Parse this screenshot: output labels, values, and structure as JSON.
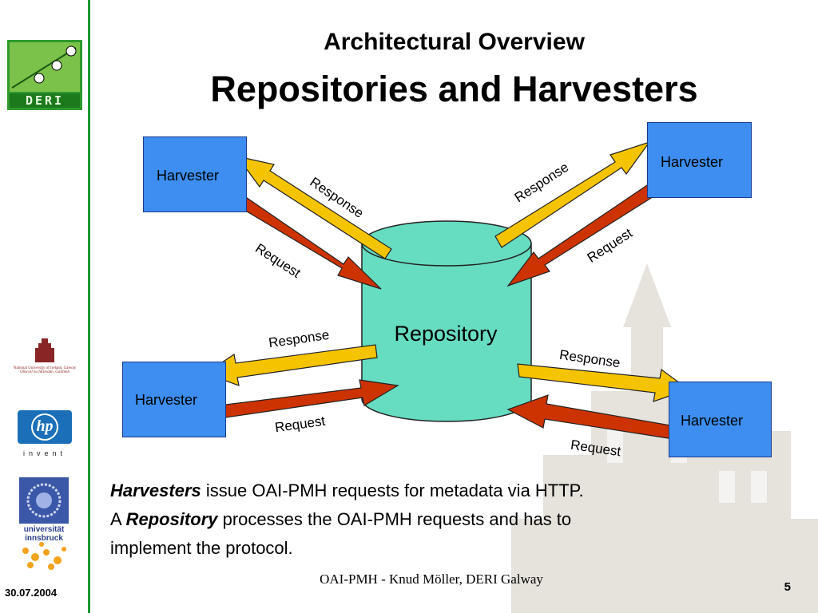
{
  "slide": {
    "title_line1": "Architectural Overview",
    "title_line2": "Repositories and Harvesters"
  },
  "diagram": {
    "repository_label": "Repository",
    "harvesters": {
      "top_left": "Harvester",
      "top_right": "Harvester",
      "bottom_left": "Harvester",
      "bottom_right": "Harvester"
    },
    "arrow_labels": {
      "tl_response": "Response",
      "tl_request": "Request",
      "tr_response": "Response",
      "tr_request": "Request",
      "bl_response": "Response",
      "bl_request": "Request",
      "br_response": "Response",
      "br_request": "Request"
    },
    "colors": {
      "harvester_box": "#3d8ef0",
      "repository_cylinder": "#66dcc0",
      "response_arrow": "#f5c400",
      "request_arrow": "#cc3300"
    }
  },
  "body": {
    "line1_emph": "Harvesters",
    "line1_rest": " issue OAI-PMH requests for metadata via HTTP.",
    "line2_prefix": "A ",
    "line2_emph": "Repository",
    "line2_rest": " processes the OAI-PMH requests and has to",
    "line3": "implement the protocol."
  },
  "footer": {
    "center_text": "OAI-PMH - Knud Möller, DERI Galway",
    "date": "30.07.2004",
    "page_number": "5"
  },
  "logos": {
    "deri_text": "DERI",
    "galway_line1": "National University of Ireland, Galway",
    "galway_line2": "Ollscoil na hÉireann, Gaillimh",
    "hp_text": "hp",
    "hp_tagline": "invent",
    "innsbruck_line1": "universität",
    "innsbruck_line2": "innsbruck"
  }
}
